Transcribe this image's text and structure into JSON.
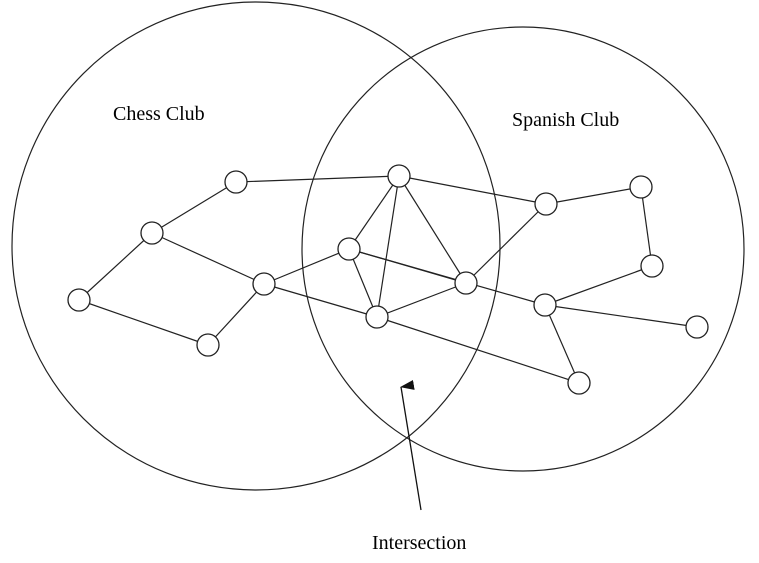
{
  "diagram": {
    "sets": [
      {
        "id": "chess",
        "label": "Chess Club"
      },
      {
        "id": "spanish",
        "label": "Spanish Club"
      }
    ],
    "callout": {
      "label": "Intersection"
    },
    "nodes": [
      {
        "id": "n1"
      },
      {
        "id": "n2"
      },
      {
        "id": "n3"
      },
      {
        "id": "n4"
      },
      {
        "id": "n5"
      },
      {
        "id": "n6"
      },
      {
        "id": "n7"
      },
      {
        "id": "n8"
      },
      {
        "id": "n9"
      },
      {
        "id": "n10"
      },
      {
        "id": "n11"
      },
      {
        "id": "n12"
      },
      {
        "id": "n13"
      },
      {
        "id": "n14"
      },
      {
        "id": "n15"
      }
    ],
    "edges": [
      [
        "n1",
        "n2"
      ],
      [
        "n1",
        "n5"
      ],
      [
        "n2",
        "n3"
      ],
      [
        "n2",
        "n6"
      ],
      [
        "n3",
        "n8"
      ],
      [
        "n5",
        "n6"
      ],
      [
        "n6",
        "n7"
      ],
      [
        "n6",
        "n10"
      ],
      [
        "n7",
        "n8"
      ],
      [
        "n7",
        "n9"
      ],
      [
        "n7",
        "n10"
      ],
      [
        "n8",
        "n9"
      ],
      [
        "n8",
        "n10"
      ],
      [
        "n8",
        "n11"
      ],
      [
        "n9",
        "n10"
      ],
      [
        "n9",
        "n11"
      ],
      [
        "n7",
        "n13"
      ],
      [
        "n10",
        "n15"
      ],
      [
        "n11",
        "n12"
      ],
      [
        "n12",
        "n14"
      ],
      [
        "n13",
        "n14"
      ],
      [
        "n13",
        "n15"
      ],
      [
        "n13",
        "n16"
      ]
    ]
  }
}
